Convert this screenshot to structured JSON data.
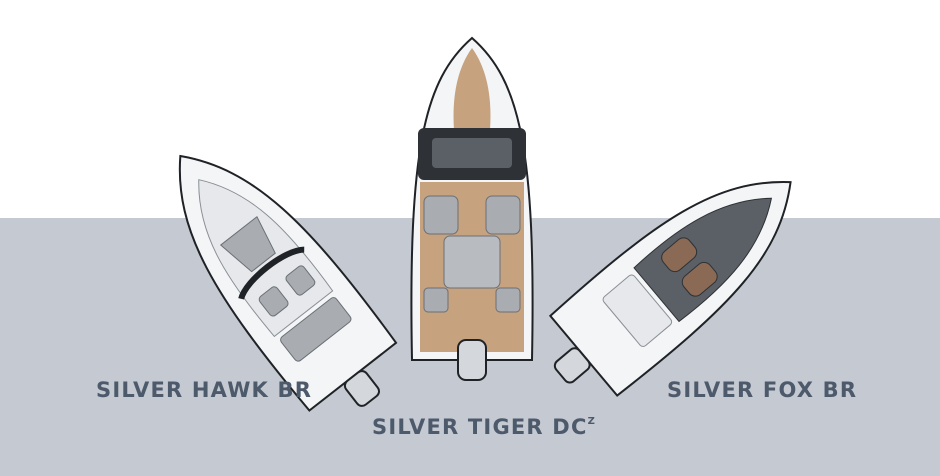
{
  "models": [
    {
      "id": "hawk",
      "name": "SILVER HAWK BR"
    },
    {
      "id": "tiger",
      "name": "SILVER TIGER DC",
      "suffix": "Z"
    },
    {
      "id": "fox",
      "name": "SILVER FOX BR"
    }
  ],
  "colors": {
    "band": "#c5c9d1",
    "label": "#4d5a6b",
    "hull": "#f4f5f6",
    "teak": "#c6a27e",
    "upholstery": "#a9acb1",
    "dark": "#2e3135"
  },
  "icons": [
    "boat-hawk-illustration",
    "boat-tiger-illustration",
    "boat-fox-illustration"
  ]
}
